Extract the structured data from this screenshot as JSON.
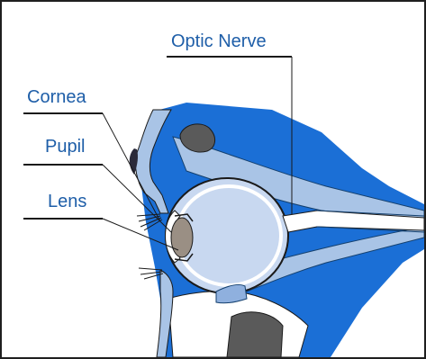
{
  "labels": {
    "optic_nerve": "Optic Nerve",
    "cornea": "Cornea",
    "pupil": "Pupil",
    "lens": "Lens"
  },
  "colors": {
    "label_text": "#1e5ea8",
    "tissue_blue": "#1b6fd6",
    "light_blue": "#a9c4e6",
    "eyeball_fill": "#c8d8f0",
    "bone_gray": "#5a5a5a",
    "leader_line": "#1a1a1a"
  }
}
